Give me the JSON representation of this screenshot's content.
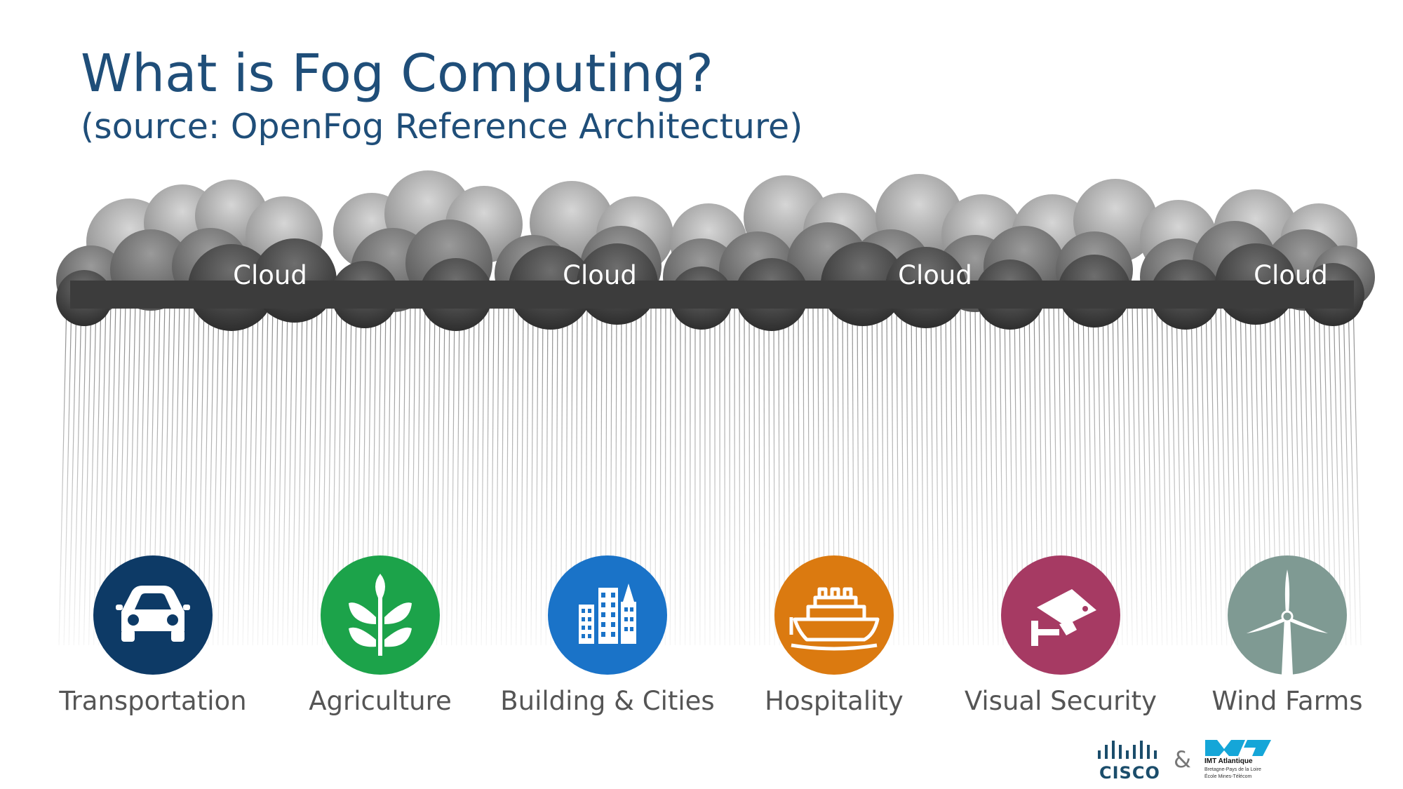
{
  "slide": {
    "title": "What is Fog Computing?",
    "subtitle": "(source: OpenFog Reference Architecture)"
  },
  "clouds": [
    {
      "label": "Cloud"
    },
    {
      "label": "Cloud"
    },
    {
      "label": "Cloud"
    },
    {
      "label": "Cloud"
    }
  ],
  "domains": [
    {
      "label": "Transportation",
      "icon": "car-icon",
      "color": "#0d3a66"
    },
    {
      "label": "Agriculture",
      "icon": "plant-icon",
      "color": "#1ca34a"
    },
    {
      "label": "Building & Cities",
      "icon": "buildings-icon",
      "color": "#1a73c8"
    },
    {
      "label": "Hospitality",
      "icon": "ship-icon",
      "color": "#db7a10"
    },
    {
      "label": "Visual Security",
      "icon": "security-camera-icon",
      "color": "#a63a63"
    },
    {
      "label": "Wind Farms",
      "icon": "wind-turbine-icon",
      "color": "#7f9a93"
    }
  ],
  "footer": {
    "cisco": "CISCO",
    "ampersand": "&",
    "imt_name": "IMT Atlantique",
    "imt_line1": "Bretagne-Pays de la Loire",
    "imt_line2": "École Mines-Télécom"
  }
}
